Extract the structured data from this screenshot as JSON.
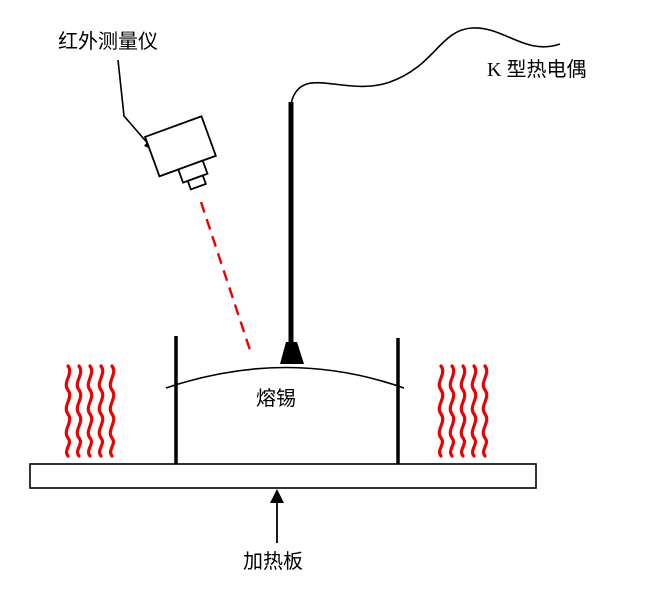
{
  "diagram": {
    "title": "solder-temperature-measurement-setup",
    "labels": {
      "infrared": "红外测量仪",
      "thermocouple": "K 型热电偶",
      "molten_tin": "熔锡",
      "heating_plate": "加热板"
    },
    "colors": {
      "heat_wave": "#ee0000",
      "laser": "#ee0000",
      "outline": "#000000",
      "background": "#ffffff"
    }
  }
}
